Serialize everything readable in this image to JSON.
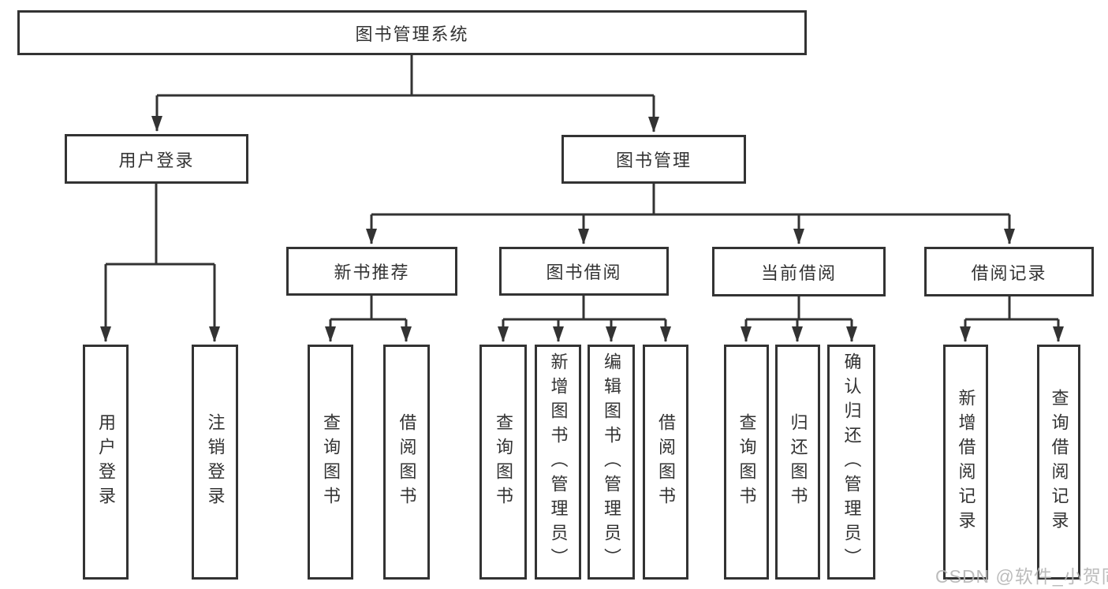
{
  "colors": {
    "line": "#333333",
    "box_border": "#333333",
    "text": "#333333",
    "background": "#ffffff",
    "watermark": "#b5b5b5"
  },
  "watermark": {
    "text": "CSDN @软件_小贺同学"
  },
  "tree": {
    "root": {
      "label": "图书管理系统"
    },
    "user_login": {
      "label": "用户登录",
      "children": {
        "login": {
          "label": "用户登录"
        },
        "logout": {
          "label": "注销登录"
        }
      }
    },
    "book_management": {
      "label": "图书管理",
      "children": {
        "new_book_recommend": {
          "label": "新书推荐",
          "children": {
            "query_books": {
              "label": "查询图书"
            },
            "borrow_books": {
              "label": "借阅图书"
            }
          }
        },
        "book_borrowing": {
          "label": "图书借阅",
          "children": {
            "query_books": {
              "label": "查询图书"
            },
            "add_books_admin": {
              "label": "新增图书（管理员）"
            },
            "edit_books_admin": {
              "label": "编辑图书（管理员）"
            },
            "borrow_books": {
              "label": "借阅图书"
            }
          }
        },
        "current_borrowing": {
          "label": "当前借阅",
          "children": {
            "query_books": {
              "label": "查询图书"
            },
            "return_books": {
              "label": "归还图书"
            },
            "confirm_return_admin": {
              "label": "确认归还（管理员）"
            }
          }
        },
        "borrowing_records": {
          "label": "借阅记录",
          "children": {
            "add_record": {
              "label": "新增借阅记录"
            },
            "query_record": {
              "label": "查询借阅记录"
            }
          }
        }
      }
    }
  }
}
